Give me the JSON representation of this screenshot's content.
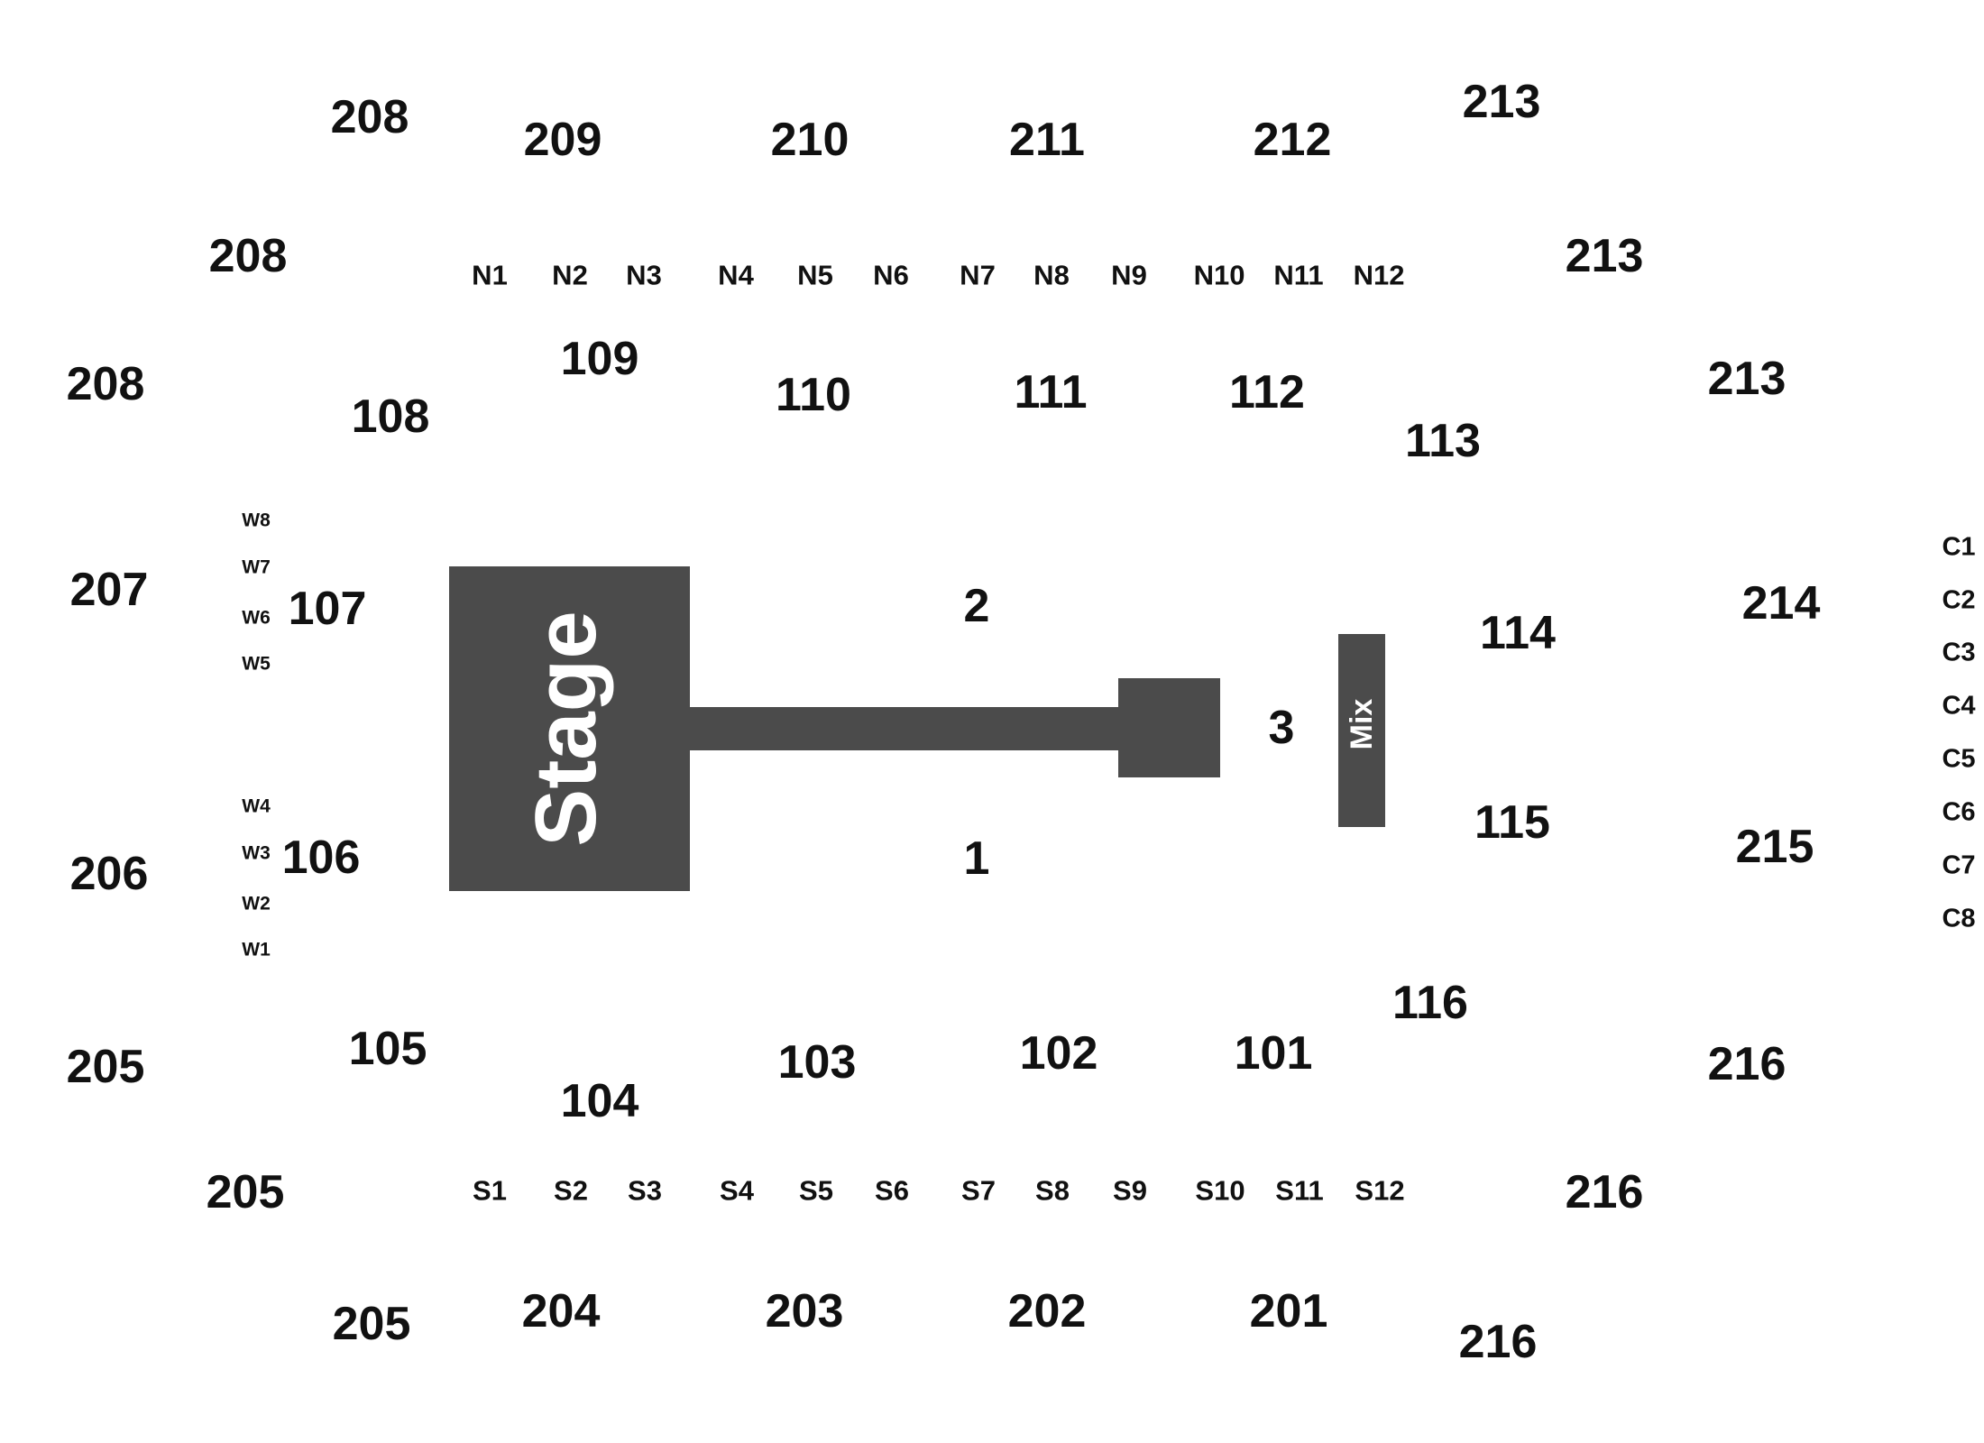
{
  "colors": {
    "background": "#ffffff",
    "stage_fill": "#4b4b4b",
    "label_text": "#111111",
    "stage_text": "#ffffff"
  },
  "stage": {
    "stage_label": "Stage",
    "mix_label": "Mix"
  },
  "floor": {
    "f1": "1",
    "f2": "2",
    "f3": "3"
  },
  "upper": {
    "s201": "201",
    "s202": "202",
    "s203": "203",
    "s204": "204",
    "s205a": "205",
    "s205b": "205",
    "s205c": "205",
    "s206": "206",
    "s207": "207",
    "s208a": "208",
    "s208b": "208",
    "s208c": "208",
    "s209": "209",
    "s210": "210",
    "s211": "211",
    "s212": "212",
    "s213a": "213",
    "s213b": "213",
    "s213c": "213",
    "s214": "214",
    "s215": "215",
    "s216a": "216",
    "s216b": "216",
    "s216c": "216"
  },
  "lower": {
    "s101": "101",
    "s102": "102",
    "s103": "103",
    "s104": "104",
    "s105": "105",
    "s106": "106",
    "s107": "107",
    "s108": "108",
    "s109": "109",
    "s110": "110",
    "s111": "111",
    "s112": "112",
    "s113": "113",
    "s114": "114",
    "s115": "115",
    "s116": "116"
  },
  "north_boxes": {
    "n1": "N1",
    "n2": "N2",
    "n3": "N3",
    "n4": "N4",
    "n5": "N5",
    "n6": "N6",
    "n7": "N7",
    "n8": "N8",
    "n9": "N9",
    "n10": "N10",
    "n11": "N11",
    "n12": "N12"
  },
  "south_boxes": {
    "s1": "S1",
    "s2": "S2",
    "s3": "S3",
    "s4": "S4",
    "s5": "S5",
    "s6": "S6",
    "s7": "S7",
    "s8": "S8",
    "s9": "S9",
    "s10": "S10",
    "s11": "S11",
    "s12": "S12"
  },
  "west_boxes": {
    "w1": "W1",
    "w2": "W2",
    "w3": "W3",
    "w4": "W4",
    "w5": "W5",
    "w6": "W6",
    "w7": "W7",
    "w8": "W8"
  },
  "center_boxes": {
    "c1": "C1",
    "c2": "C2",
    "c3": "C3",
    "c4": "C4",
    "c5": "C5",
    "c6": "C6",
    "c7": "C7",
    "c8": "C8"
  }
}
